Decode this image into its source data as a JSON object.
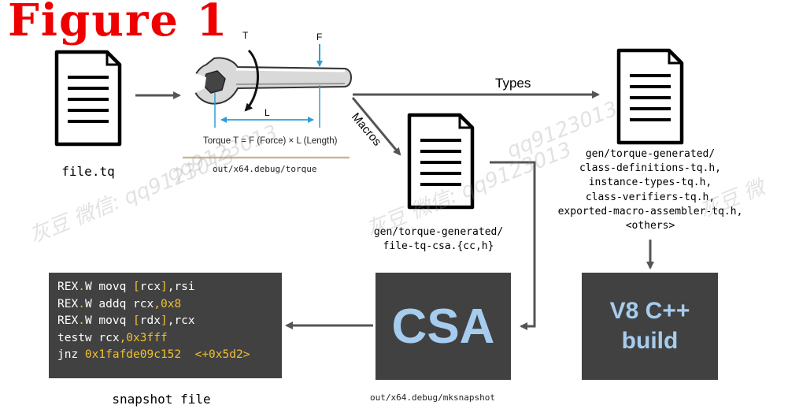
{
  "figure_title": "Figure 1",
  "nodes": {
    "file_tq": {
      "label": "file.tq",
      "icon": "document-icon"
    },
    "torque_tool": {
      "icon": "wrench-icon",
      "caption": "Torque T = F (Force) × L (Length)",
      "letter_t": "T",
      "letter_f": "F",
      "letter_l": "L",
      "path": "out/x64.debug/torque"
    },
    "csa_files": {
      "icon": "document-icon",
      "lines": [
        "gen/torque-generated/",
        "file-tq-csa.{cc,h}"
      ]
    },
    "header_files": {
      "icon": "document-icon",
      "lines": [
        "gen/torque-generated/",
        "class-definitions-tq.h,",
        "instance-types-tq.h,",
        "class-verifiers-tq.h,",
        "exported-macro-assembler-tq.h,",
        "<others>"
      ]
    },
    "csa_box": {
      "label": "CSA",
      "path": "out/x64.debug/mksnapshot"
    },
    "v8_build": {
      "lines": [
        "V8 C++",
        "build"
      ]
    },
    "snapshot": {
      "label": "snapshot file",
      "asm": [
        [
          {
            "t": "REX"
          },
          {
            "t": ".",
            "h": true
          },
          {
            "t": "W movq "
          },
          {
            "t": "[",
            "h": true
          },
          {
            "t": "rcx"
          },
          {
            "t": "]",
            "h": true
          },
          {
            "t": ",rsi"
          }
        ],
        [
          {
            "t": "REX"
          },
          {
            "t": ".",
            "h": true
          },
          {
            "t": "W addq rcx"
          },
          {
            "t": ",0x8",
            "h": true
          }
        ],
        [
          {
            "t": "REX"
          },
          {
            "t": ".",
            "h": true
          },
          {
            "t": "W movq "
          },
          {
            "t": "[",
            "h": true
          },
          {
            "t": "rdx"
          },
          {
            "t": "]",
            "h": true
          },
          {
            "t": ",rcx"
          }
        ],
        [
          {
            "t": "testw rcx"
          },
          {
            "t": ",0x3fff",
            "h": true
          }
        ],
        [
          {
            "t": "jnz "
          },
          {
            "t": "0x1fafde09c152  <+0x5d2>",
            "h": true
          }
        ]
      ]
    }
  },
  "edges": {
    "types": "Types",
    "macros": "Macros"
  },
  "watermarks": [
    "灰豆 微信: qq9123013",
    "qq9123013",
    "灰豆 微信: qq9123013",
    "qq9123013",
    "灰豆 微"
  ],
  "colors": {
    "title": "#ee0000",
    "dark_box": "#414141",
    "box_text": "#a6ccef",
    "asm_highlight": "#f0c030",
    "arrow": "#555555",
    "measure": "#2aa0d8"
  }
}
